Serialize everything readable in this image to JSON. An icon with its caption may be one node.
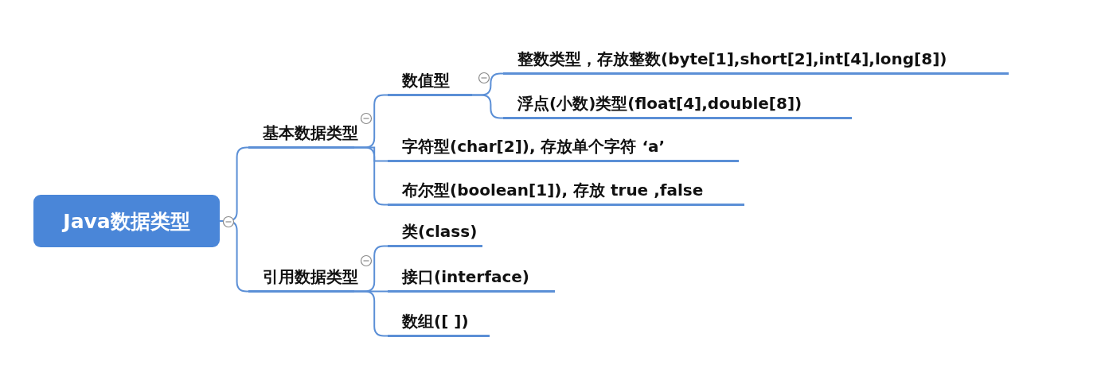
{
  "diagram": {
    "nodes": [
      {
        "text": [
          "Java数据类型"
        ]
      },
      {
        "text": [
          "基本数据类型"
        ]
      },
      {
        "text": [
          "数值型"
        ]
      },
      {
        "text": [
          "整数类型，存放整数(byte[1],short[2],int[4],long[8])"
        ]
      },
      {
        "text": [
          "浮点(小数)类型(float[4],double[8])"
        ]
      },
      {
        "text": [
          "字符型(char[2]), 存放单个字符 ‘a’"
        ]
      },
      {
        "text": [
          "布尔型(boolean[1]), 存放 true ,false"
        ]
      },
      {
        "text": [
          "引用数据类型"
        ]
      },
      {
        "text": [
          "类(class)"
        ]
      },
      {
        "text": [
          "接口(interface)"
        ]
      },
      {
        "text": [
          "数组([ ])"
        ]
      }
    ],
    "edges": [
      {
        "from": 0,
        "to": 1,
        "arrow": "none"
      },
      {
        "from": 0,
        "to": 7,
        "arrow": "none"
      },
      {
        "from": 1,
        "to": 2,
        "arrow": "none"
      },
      {
        "from": 1,
        "to": 5,
        "arrow": "none"
      },
      {
        "from": 1,
        "to": 6,
        "arrow": "none"
      },
      {
        "from": 2,
        "to": 3,
        "arrow": "none"
      },
      {
        "from": 2,
        "to": 4,
        "arrow": "none"
      },
      {
        "from": 7,
        "to": 8,
        "arrow": "none"
      },
      {
        "from": 7,
        "to": 9,
        "arrow": "none"
      },
      {
        "from": 7,
        "to": 10,
        "arrow": "none"
      }
    ]
  }
}
